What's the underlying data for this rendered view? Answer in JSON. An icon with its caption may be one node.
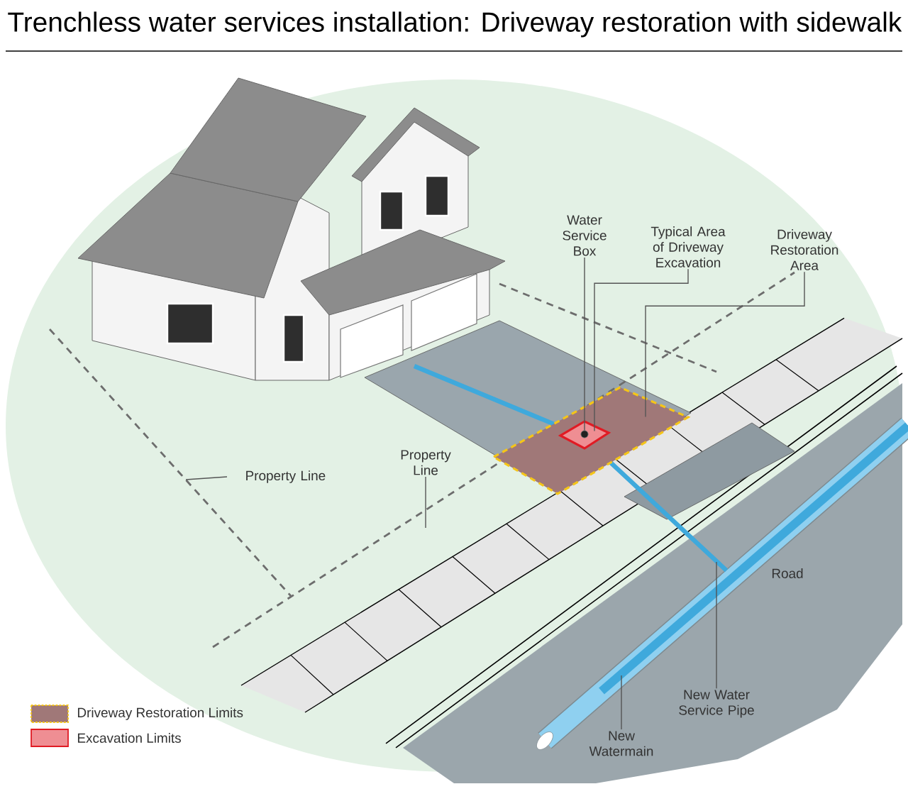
{
  "diagram": {
    "title": "Trenchless water services installation: Driveway restoration with sidewalk",
    "nodes": [
      {
        "text": [
          "Water Service Box"
        ]
      },
      {
        "text": [
          "Typical Area of Driveway Excavation"
        ]
      },
      {
        "text": [
          "Driveway Restoration Area"
        ]
      },
      {
        "text": [
          "Property Line"
        ]
      },
      {
        "text": [
          "Property Line"
        ]
      },
      {
        "text": [
          "New Water Service Pipe"
        ]
      },
      {
        "text": [
          "New Watermain"
        ]
      },
      {
        "text": [],
        "shape": "box"
      },
      {
        "text": [],
        "shape": "diamond",
        "in": 7
      },
      {
        "text": [],
        "shape": "circle",
        "in": 8
      }
    ],
    "edges": [
      {
        "from": 0,
        "to": 9,
        "arrow": "none"
      },
      {
        "from": 1,
        "to": 8,
        "arrow": "none"
      },
      {
        "from": 2,
        "to": 7,
        "arrow": "none"
      },
      {
        "from": 3,
        "to": null,
        "arrow": "none"
      },
      {
        "from": 4,
        "to": null,
        "arrow": "none"
      },
      {
        "from": 5,
        "to": null,
        "arrow": "none"
      },
      {
        "from": 6,
        "to": null,
        "arrow": "none"
      }
    ],
    "labels": [
      "Road"
    ],
    "legend": [
      {
        "text": "Driveway Restoration Limits",
        "color": "#a07878"
      },
      {
        "text": "Excavation Limits",
        "color": "#ef8e93"
      }
    ]
  }
}
